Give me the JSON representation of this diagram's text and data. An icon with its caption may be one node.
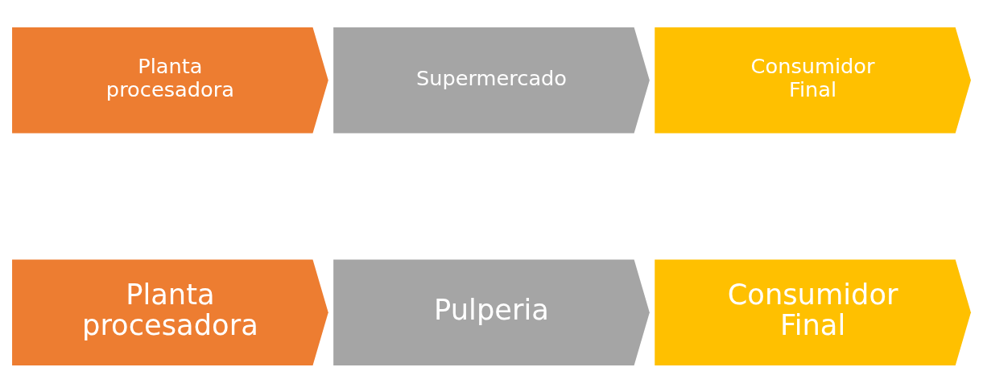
{
  "diagram": {
    "nodes": [
      {
        "text": [
          "Planta procesadora"
        ]
      },
      {
        "text": [
          "Supermercado"
        ]
      },
      {
        "text": [
          "Consumidor Final"
        ]
      },
      {
        "text": [
          "Planta procesadora"
        ]
      },
      {
        "text": [
          "Pulperia"
        ]
      },
      {
        "text": [
          "Consumidor Final"
        ]
      }
    ],
    "edges": []
  }
}
